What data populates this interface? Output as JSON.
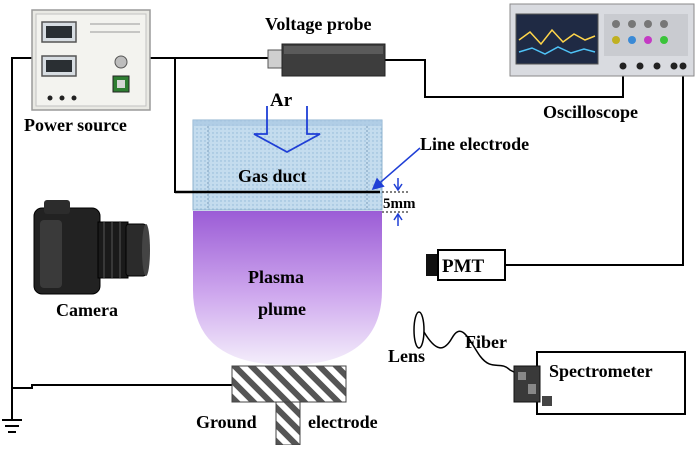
{
  "labels": {
    "voltage_probe": "Voltage probe",
    "oscilloscope": "Oscilloscope",
    "power_source": "Power source",
    "ar": "Ar",
    "line_electrode": "Line electrode",
    "gas_duct": "Gas duct",
    "gap": "5mm",
    "pmt": "PMT",
    "camera": "Camera",
    "plasma_plume_line1": "Plasma",
    "plasma_plume_line2": "plume",
    "lens": "Lens",
    "fiber": "Fiber",
    "spectrometer": "Spectrometer",
    "ground_electrode_left": "Ground",
    "ground_electrode_right": "electrode"
  },
  "icons": {
    "power_source": "power-supply-icon",
    "voltage_probe": "probe-icon",
    "oscilloscope": "oscilloscope-icon",
    "camera": "camera-icon",
    "pmt": "photomultiplier-icon",
    "lens": "lens-icon",
    "spectrometer": "spectrometer-icon",
    "ground": "ground-icon"
  },
  "colors": {
    "plume_top": "#9b5cd6",
    "plume_bottom": "#f4eefb",
    "duct": "#b5d2e8",
    "wire": "#000000",
    "arrow": "#1f3fd6"
  }
}
